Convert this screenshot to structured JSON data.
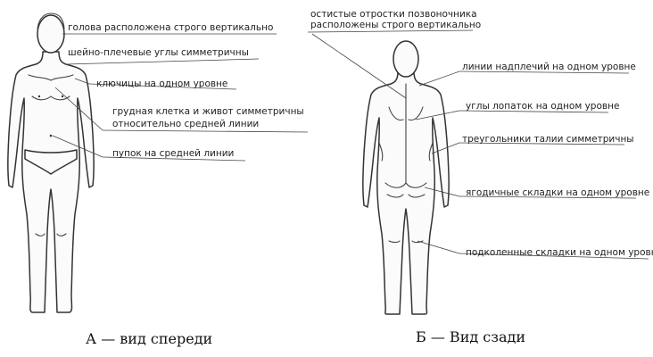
{
  "front": {
    "labels": [
      "голова расположена строго вертикально",
      "шейно-плечевые углы симметричны",
      "ключицы на одном уровне",
      "грудная клетка и живот симметричны",
      "относительно средней линии",
      "пупок на средней линии"
    ],
    "caption": "А — вид спереди"
  },
  "back": {
    "labels": [
      "остистые отростки позвоночника",
      "расположены строго вертикально",
      "линии надплечий на одном уровне",
      "углы лопаток на одном уровне",
      "треугольники талии симметричны",
      "ягодичные складки на одном уровне",
      "подколенные складки на одном уровне"
    ],
    "caption": "Б — Вид сзади"
  }
}
